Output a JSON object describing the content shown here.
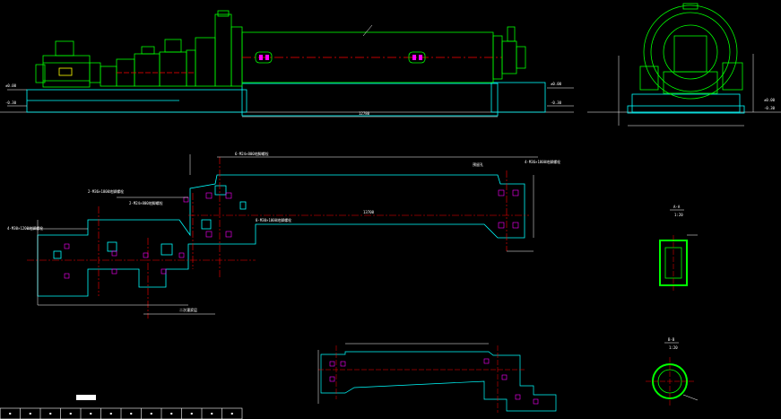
{
  "colors": {
    "background": "#000000",
    "outline": "#00ff00",
    "foundation": "#00ffff",
    "centerline": "#ff0000",
    "dimension": "#ffffff",
    "anchor": "#ff00ff",
    "highlight": "#ffff00"
  },
  "labels": {
    "elevation_left_a": "±0.00",
    "elevation_left_b": "-0.30",
    "elevation_right_a": "±0.00",
    "elevation_right_b": "-0.30",
    "elevation_end_a": "±0.00",
    "elevation_end_b": "-0.30",
    "section_a_title": "A-A",
    "section_a_scale": "1:20",
    "section_b_title": "B-B",
    "section_b_scale": "1:20",
    "center_dim": "12780",
    "plan_length": "13700",
    "note_1": "4-M30×1200地脚螺栓",
    "note_2": "2-M36×1800地脚螺栓",
    "note_3": "2-M24×800地脚螺栓",
    "note_4": "6-M24×800地脚螺栓",
    "note_5": "8-M30×1000地脚螺栓",
    "note_6": "4-M36×1800地脚螺栓",
    "note_7": "预留孔",
    "note_8": "二次灌浆层"
  },
  "title_block": {
    "cells": [
      "",
      "",
      "",
      "",
      "",
      "",
      "",
      "",
      "",
      "",
      "",
      ""
    ]
  }
}
